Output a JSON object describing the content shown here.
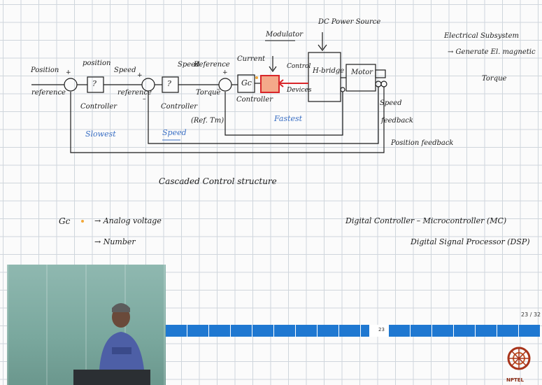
{
  "labels": {
    "dc_power_source": "DC Power Source",
    "modulator": "Modulator",
    "electrical_subsystem": "Electrical Subsystem",
    "generate_line": "→ Generate El. magnetic",
    "torque_word": "Torque",
    "position_reference_1": "Position",
    "position_reference_2": "reference",
    "position_controller_top": "position",
    "position_controller_bottom": "Controller",
    "position_block_symbol": "?",
    "speed_reference_1": "Speed",
    "speed_reference_2": "reference",
    "speed_controller_top": "Speed",
    "speed_controller_bottom": "Controller",
    "speed_block_symbol": "?",
    "reference_torque_1": "Reference",
    "reference_torque_2": "Torque",
    "reference_torque_3": "(Ref. Tm)",
    "current_controller_top": "Current",
    "current_controller_bottom": "Controller",
    "gc_block": "Gc",
    "control_label_1": "Control",
    "control_label_2": "Devices",
    "h_bridge": "H-bridge",
    "motor": "Motor",
    "speed_feedback_1": "Speed",
    "speed_feedback_2": "feedback",
    "position_feedback": "Position feedback",
    "slowest": "Slowest",
    "speed_loop": "Speed",
    "fastest": "Fastest",
    "cascaded_title": "Cascaded Control structure",
    "gc_note": "Gc",
    "analog_voltage": "→  Analog voltage",
    "number": "→  Number",
    "digital_controller": "Digital Controller – Microcontroller   (MC)",
    "dsp": "Digital Signal Processor (DSP)",
    "plus_sign": "+",
    "minus_sign": "–"
  },
  "slide": {
    "page_indicator": "23 / 32",
    "timeline_label": "23"
  },
  "logo": {
    "text": "NPTEL"
  },
  "colors": {
    "ink": "#1b1b1b",
    "blue_ink": "#3a6fc4",
    "modulator_red": "#d8262a",
    "modulator_fill": "#f4a98a",
    "timeline": "#1f78d1",
    "grid": "#cfd6dc"
  }
}
